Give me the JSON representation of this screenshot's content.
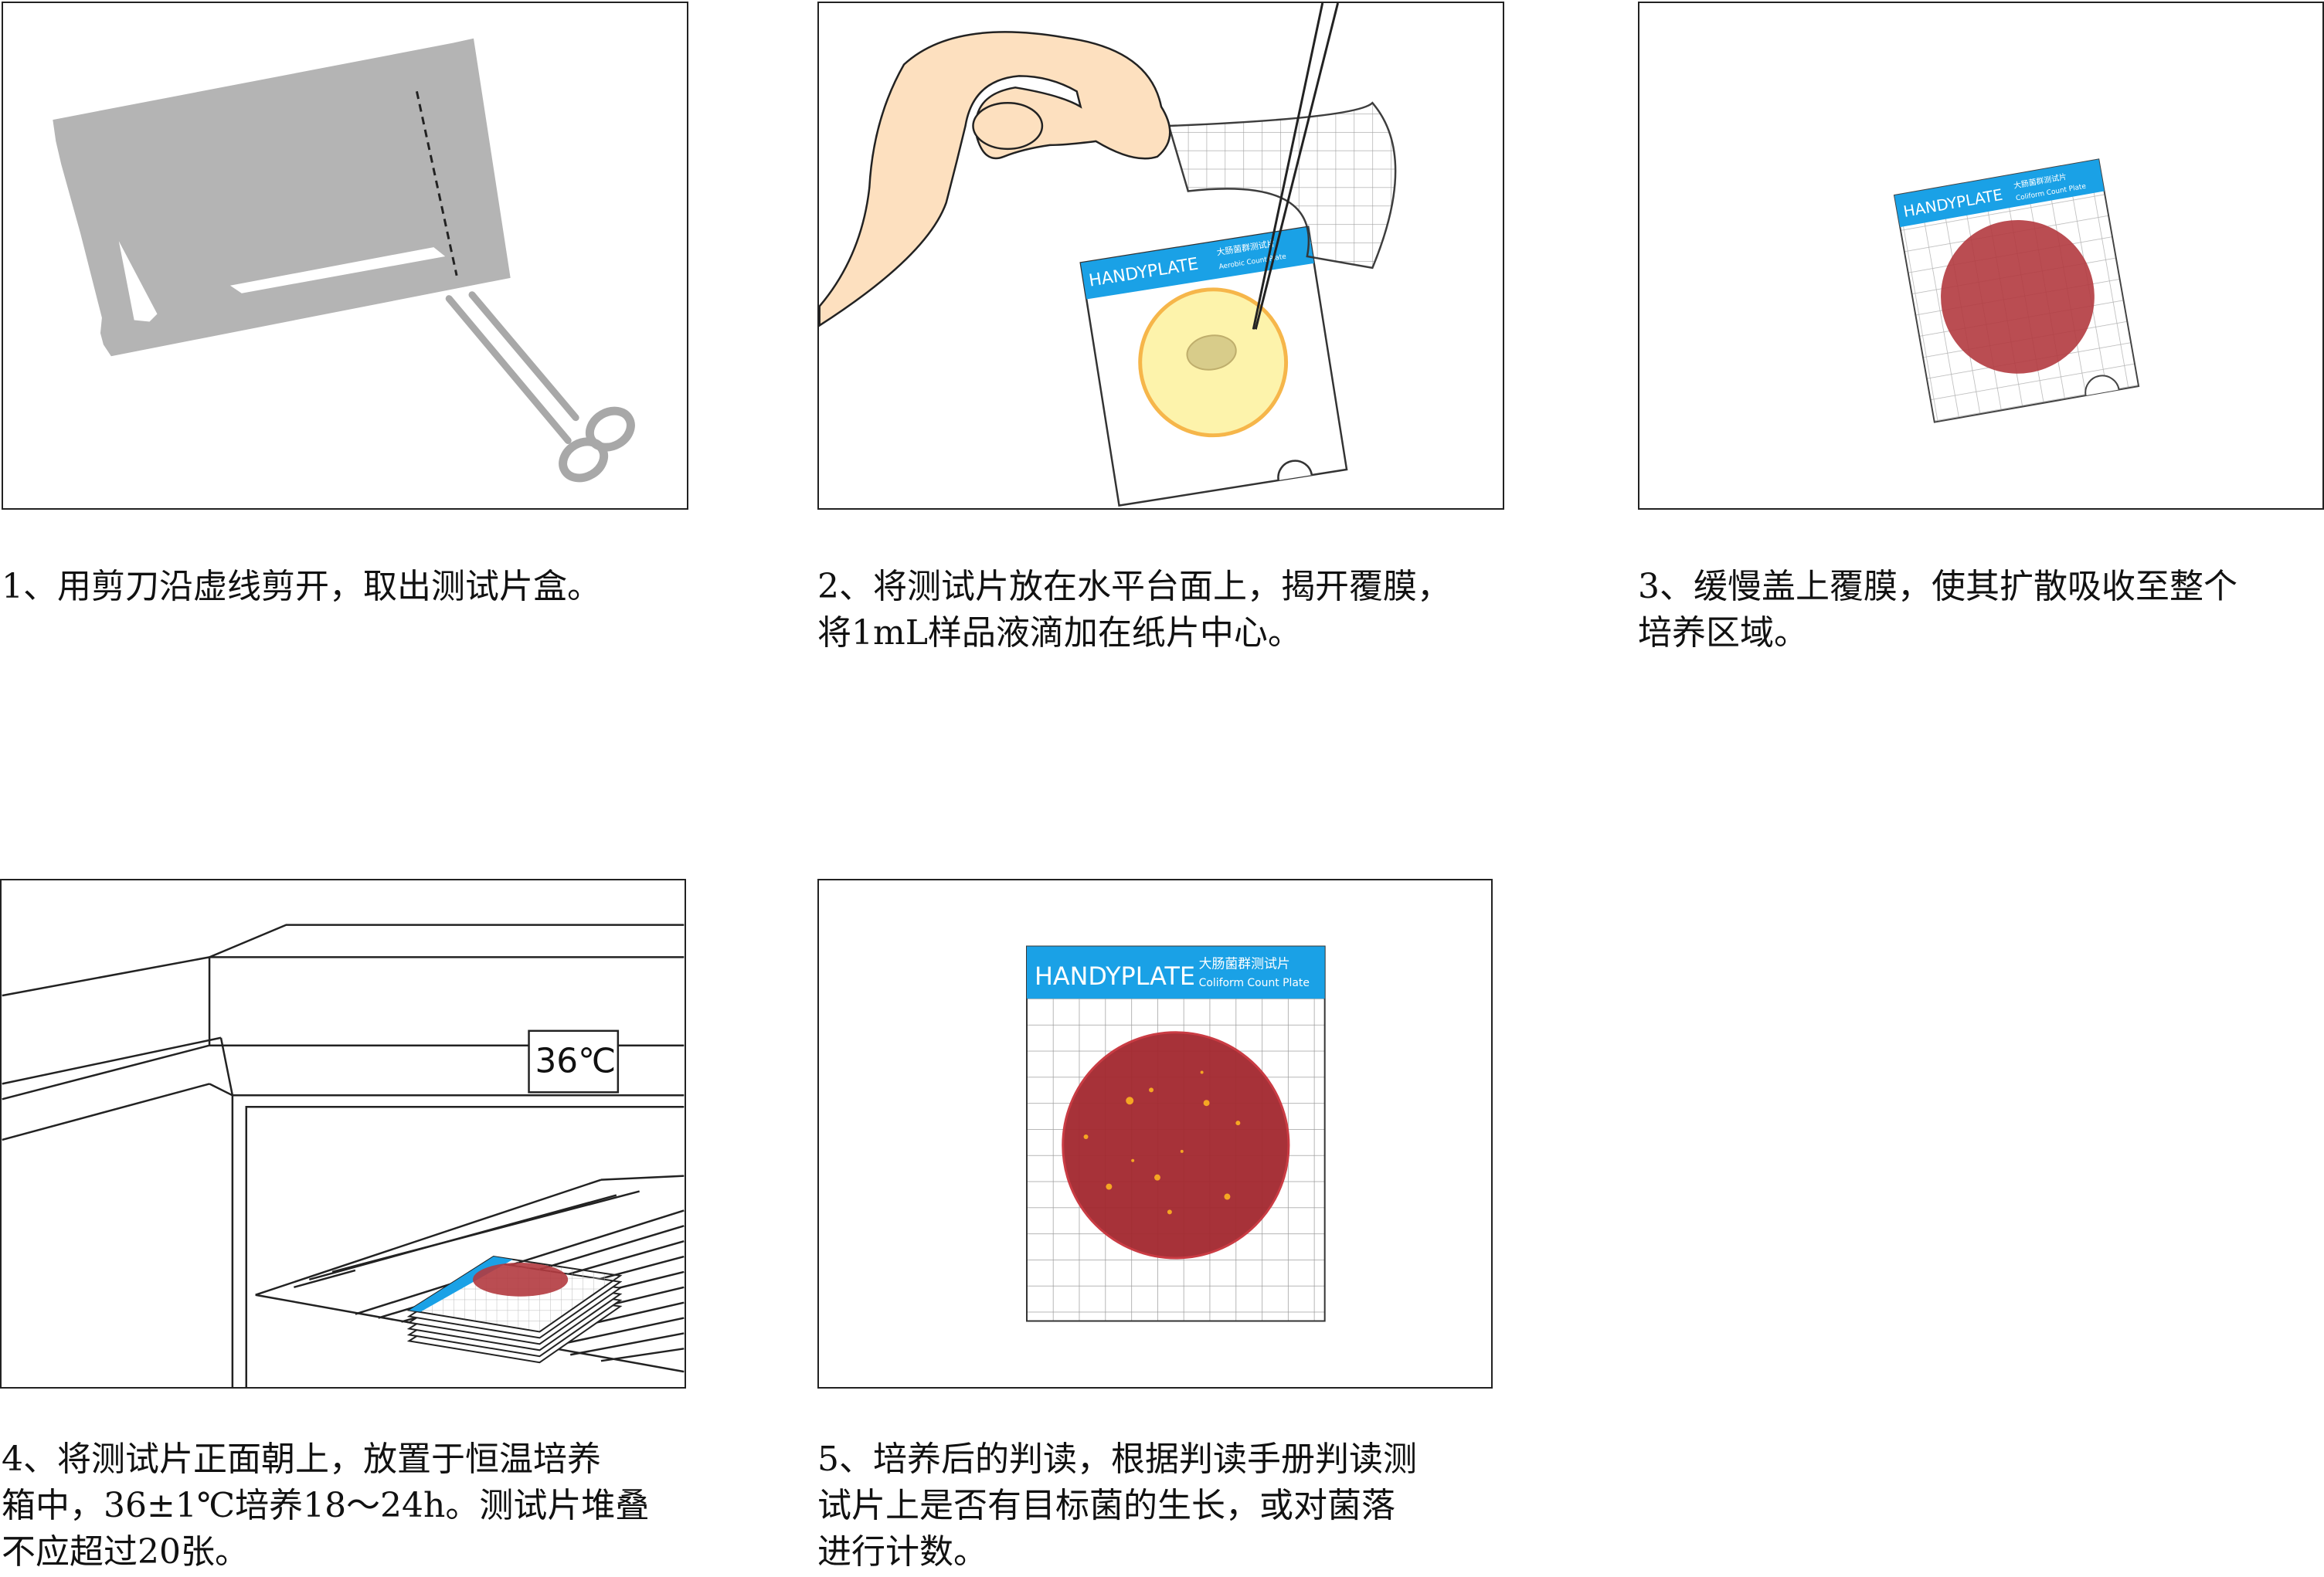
{
  "steps": [
    {
      "num": "1",
      "lines": [
        "1、用剪刀沿虚线剪开，取出测试片盒。"
      ]
    },
    {
      "num": "2",
      "lines": [
        "2、将测试片放在水平台面上，揭开覆膜，",
        "将1mL样品液滴加在纸片中心。"
      ]
    },
    {
      "num": "3",
      "lines": [
        "3、缓慢盖上覆膜，使其扩散吸收至整个",
        "培养区域。"
      ]
    },
    {
      "num": "4",
      "lines": [
        "4、将测试片正面朝上，放置于恒温培养",
        "箱中，36±1℃培养18～24h。测试片堆叠",
        "不应超过20张。"
      ]
    },
    {
      "num": "5",
      "lines": [
        "5、培养后的判读，根据判读手册判读测",
        "试片上是否有目标菌的生长，或对菌落",
        "进行计数。"
      ]
    }
  ],
  "labels": {
    "brand_a": "HANDYPLATE",
    "sub_cn_a": "大肠菌群测试片",
    "sub_en_a": "Aerobic Count Plate",
    "brand_b": "HANDYPLATE",
    "sub_cn_b": "大肠菌群测试片",
    "sub_en_b": "Coliform Count Plate",
    "brand_c": "HANDYPLATE",
    "sub_cn_c": "大肠菌群测试片",
    "sub_en_c": "Coliform Count Plate",
    "incubator_temp": "36℃"
  },
  "colors": {
    "header_blue": "#1aa1e6",
    "plate_red": "#b33a3f",
    "bag_gray": "#b4b4b4",
    "skin": "#fde0bf",
    "sample_yellow": "#fdf3ab",
    "sample_ring": "#f6b64a"
  }
}
